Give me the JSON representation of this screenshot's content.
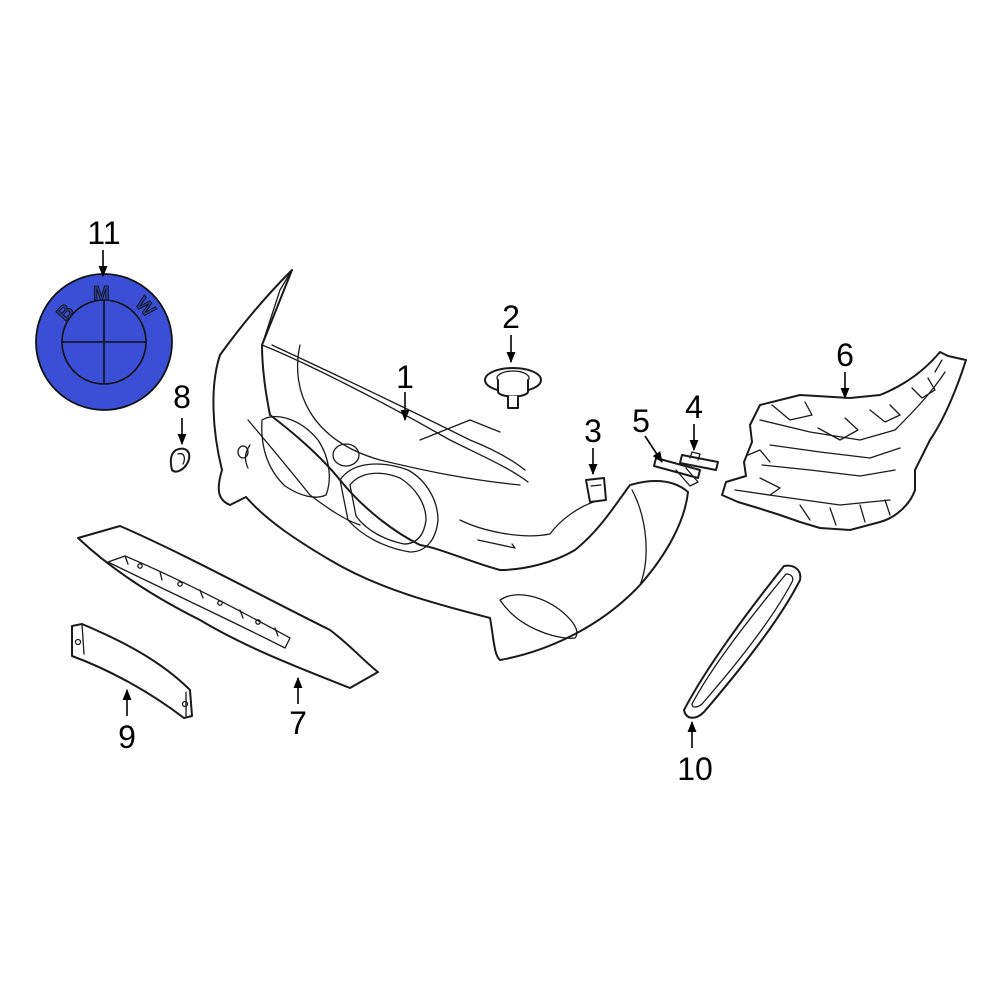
{
  "callouts": {
    "c1": "1",
    "c2": "2",
    "c3": "3",
    "c4": "4",
    "c5": "5",
    "c6": "6",
    "c7": "7",
    "c8": "8",
    "c9": "9",
    "c10": "10",
    "c11": "11"
  },
  "emblem": {
    "letter_b": "B",
    "letter_m": "M",
    "letter_w": "W"
  },
  "colors": {
    "highlight": "#3a4fd6",
    "line": "#1a1a1a",
    "background": "#ffffff"
  }
}
